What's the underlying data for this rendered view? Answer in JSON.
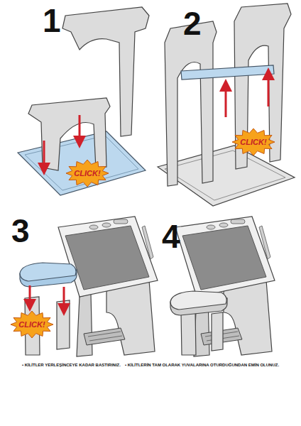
{
  "diagram": {
    "nodes": [
      {
        "text": [
          "CLICK!"
        ]
      },
      {
        "text": [
          "CLICK!"
        ]
      },
      {
        "text": [
          "CLICK!"
        ]
      }
    ],
    "labels": [
      "1",
      "2",
      "3",
      "4",
      "• KİLİTLER YERLEŞİNCEYE KADAR BASTIRINIZ.",
      "• KİLİTLERİN TAM OLARAK YUVALARINA OTURDUĞUNDAN EMİN OLUNUZ."
    ]
  }
}
